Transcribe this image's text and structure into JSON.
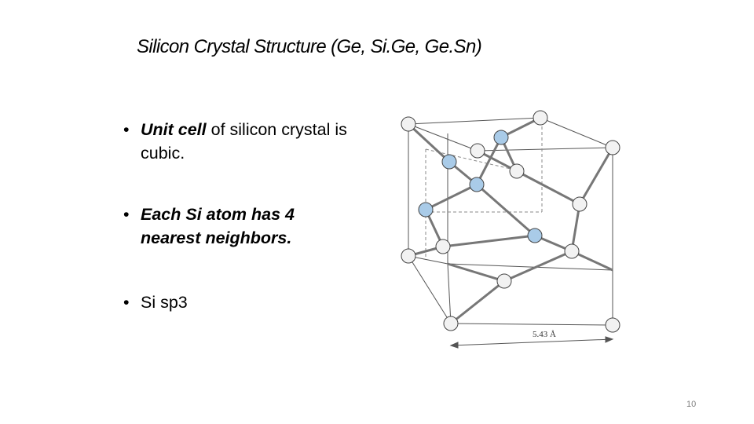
{
  "slide": {
    "title": "Silicon Crystal Structure (Ge, Si.Ge, Ge.Sn)",
    "bullets": [
      {
        "marker": "•",
        "emph": "Unit cell",
        "rest": " of silicon crystal is cubic."
      },
      {
        "marker": "•",
        "emph": "Each Si atom has 4 nearest neighbors.",
        "rest": ""
      },
      {
        "marker": "•",
        "emph": "",
        "rest": "Si  sp3"
      }
    ],
    "figure": {
      "lattice_constant_label": "5.43 Å",
      "colors": {
        "atom": "#f2f2f2",
        "highlight_atom": "#a9cbe8",
        "edge": "#555555"
      }
    },
    "slide_number": "10"
  }
}
